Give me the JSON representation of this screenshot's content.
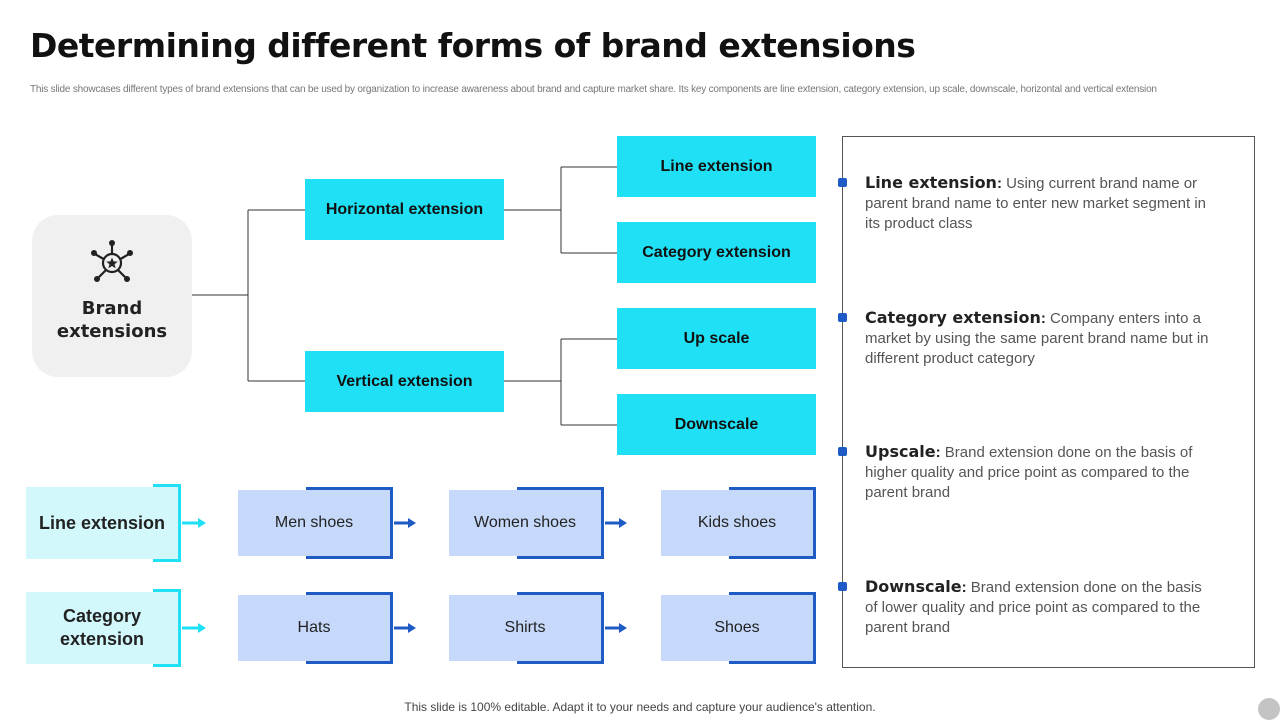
{
  "header": {
    "title": "Determining different forms of brand extensions",
    "subtitle": "This slide showcases different types of brand extensions that can be used by organization to increase awareness about brand and capture market share. Its key components are line extension, category extension, up scale, downscale, horizontal and vertical extension"
  },
  "diagram": {
    "root": {
      "label": "Brand extensions",
      "icon": "network-star-icon"
    },
    "branches": [
      {
        "label": "Horizontal extension",
        "children": [
          "Line extension",
          "Category extension"
        ]
      },
      {
        "label": "Vertical extension",
        "children": [
          "Up scale",
          "Downscale"
        ]
      }
    ],
    "colors": {
      "node": "#1fe0f4",
      "item": "#c6d9fb",
      "accent": "#1f5bc4",
      "light_node": "#d3f8fc"
    }
  },
  "legend": [
    {
      "term": "Line extension",
      "sep": ":",
      "text": "Using current brand name or parent brand name to enter new market segment in its product class"
    },
    {
      "term": "Category extension",
      "sep": ":",
      "text": "Company enters into a market by using the same parent brand name but in different product category"
    },
    {
      "term": "Upscale",
      "sep": ":",
      "text": "Brand extension done on the basis of higher quality and price point as compared to the parent brand"
    },
    {
      "term": "Downscale",
      "sep": ":",
      "text": "Brand extension done on the basis of lower quality and price point as compared to the parent brand"
    }
  ],
  "examples": [
    {
      "label": "Line extension",
      "items": [
        "Men shoes",
        "Women shoes",
        "Kids shoes"
      ]
    },
    {
      "label": "Category extension",
      "items": [
        "Hats",
        "Shirts",
        "Shoes"
      ]
    }
  ],
  "footer": "This slide is 100% editable. Adapt it to your needs and capture your audience's attention."
}
